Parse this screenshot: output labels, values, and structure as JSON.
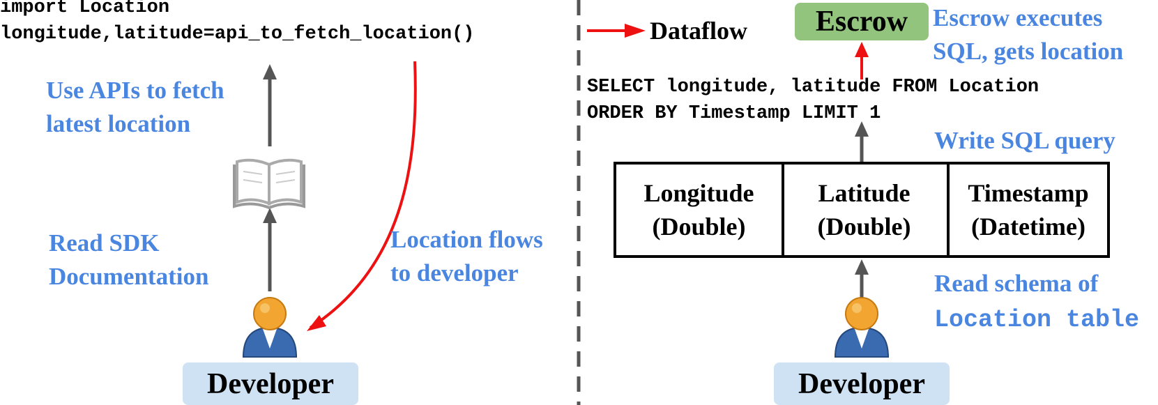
{
  "left": {
    "code_line1": "import Location",
    "code_line2": "longitude,latitude=api_to_fetch_location()",
    "api_note_line1": "Use APIs to fetch",
    "api_note_line2": "latest location",
    "sdk_note_line1": "Read SDK",
    "sdk_note_line2": "Documentation",
    "flow_note_line1": "Location flows",
    "flow_note_line2": "to developer",
    "developer_label": "Developer"
  },
  "legend": {
    "dataflow_label": "Dataflow"
  },
  "right": {
    "escrow_label": "Escrow",
    "escrow_note_line1": "Escrow executes",
    "escrow_note_line2": "SQL, gets location",
    "sql_line1": "SELECT longitude, latitude FROM Location",
    "sql_line2": "ORDER BY Timestamp LIMIT 1",
    "write_note": "Write SQL query",
    "table": {
      "columns": [
        {
          "name": "Longitude",
          "type": "(Double)"
        },
        {
          "name": "Latitude",
          "type": "(Double)"
        },
        {
          "name": "Timestamp",
          "type": "(Datetime)"
        }
      ]
    },
    "schema_note_line1": "Read schema of",
    "schema_note_prefix": "Location",
    "schema_note_suffix": " table",
    "developer_label": "Developer"
  },
  "colors": {
    "annotation_blue": "#4a86e0",
    "dataflow_red": "#ee1111",
    "escrow_green": "#93c47d",
    "developer_box": "#cfe2f3",
    "arrow_gray": "#555555"
  },
  "icons": {
    "book": "open-book-icon",
    "developer": "person-icon"
  }
}
